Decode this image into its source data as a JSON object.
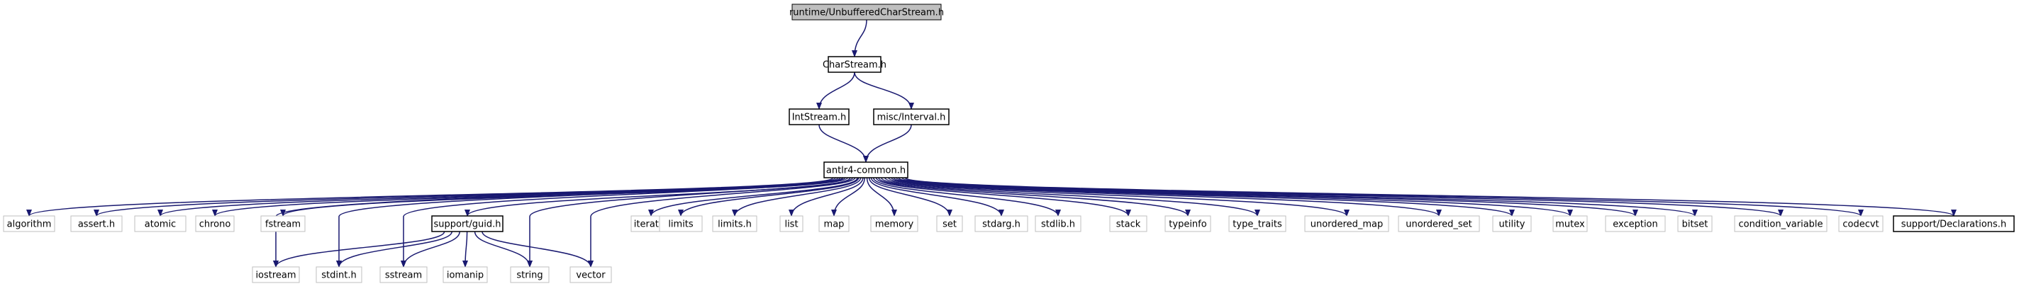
{
  "graph": {
    "nodes": [
      {
        "id": "unbuffered",
        "label": "runtime/UnbufferedCharStream.h",
        "style": "root",
        "interactable": true
      },
      {
        "id": "charstream",
        "label": "CharStream.h",
        "style": "black",
        "interactable": true
      },
      {
        "id": "intstream",
        "label": "IntStream.h",
        "style": "black",
        "interactable": true
      },
      {
        "id": "interval",
        "label": "misc/Interval.h",
        "style": "black",
        "interactable": true
      },
      {
        "id": "antlr4common",
        "label": "antlr4-common.h",
        "style": "black",
        "interactable": true
      },
      {
        "id": "algorithm",
        "label": "algorithm",
        "style": "grey",
        "interactable": false
      },
      {
        "id": "assert",
        "label": "assert.h",
        "style": "grey",
        "interactable": false
      },
      {
        "id": "atomic",
        "label": "atomic",
        "style": "grey",
        "interactable": false
      },
      {
        "id": "chrono",
        "label": "chrono",
        "style": "grey",
        "interactable": false
      },
      {
        "id": "fstream",
        "label": "fstream",
        "style": "grey",
        "interactable": false
      },
      {
        "id": "guid",
        "label": "support/guid.h",
        "style": "black",
        "interactable": true
      },
      {
        "id": "iterator",
        "label": "iterator",
        "style": "grey",
        "interactable": false
      },
      {
        "id": "limits",
        "label": "limits",
        "style": "grey",
        "interactable": false
      },
      {
        "id": "limitsh",
        "label": "limits.h",
        "style": "grey",
        "interactable": false
      },
      {
        "id": "list",
        "label": "list",
        "style": "grey",
        "interactable": false
      },
      {
        "id": "map",
        "label": "map",
        "style": "grey",
        "interactable": false
      },
      {
        "id": "memory",
        "label": "memory",
        "style": "grey",
        "interactable": false
      },
      {
        "id": "set",
        "label": "set",
        "style": "grey",
        "interactable": false
      },
      {
        "id": "stdarg",
        "label": "stdarg.h",
        "style": "grey",
        "interactable": false
      },
      {
        "id": "stdlib",
        "label": "stdlib.h",
        "style": "grey",
        "interactable": false
      },
      {
        "id": "stack",
        "label": "stack",
        "style": "grey",
        "interactable": false
      },
      {
        "id": "typeinfo",
        "label": "typeinfo",
        "style": "grey",
        "interactable": false
      },
      {
        "id": "type_traits",
        "label": "type_traits",
        "style": "grey",
        "interactable": false
      },
      {
        "id": "unordered_map",
        "label": "unordered_map",
        "style": "grey",
        "interactable": false
      },
      {
        "id": "unordered_set",
        "label": "unordered_set",
        "style": "grey",
        "interactable": false
      },
      {
        "id": "utility",
        "label": "utility",
        "style": "grey",
        "interactable": false
      },
      {
        "id": "mutex",
        "label": "mutex",
        "style": "grey",
        "interactable": false
      },
      {
        "id": "exception",
        "label": "exception",
        "style": "grey",
        "interactable": false
      },
      {
        "id": "bitset",
        "label": "bitset",
        "style": "grey",
        "interactable": false
      },
      {
        "id": "condition_variable",
        "label": "condition_variable",
        "style": "grey",
        "interactable": false
      },
      {
        "id": "codecvt",
        "label": "codecvt",
        "style": "grey",
        "interactable": false
      },
      {
        "id": "declarations",
        "label": "support/Declarations.h",
        "style": "black",
        "interactable": true
      },
      {
        "id": "iostream",
        "label": "iostream",
        "style": "grey",
        "interactable": false
      },
      {
        "id": "stdint",
        "label": "stdint.h",
        "style": "grey",
        "interactable": false
      },
      {
        "id": "sstream",
        "label": "sstream",
        "style": "grey",
        "interactable": false
      },
      {
        "id": "iomanip",
        "label": "iomanip",
        "style": "grey",
        "interactable": false
      },
      {
        "id": "string",
        "label": "string",
        "style": "grey",
        "interactable": false
      },
      {
        "id": "vector",
        "label": "vector",
        "style": "grey",
        "interactable": false
      }
    ],
    "edges": [
      [
        "unbuffered",
        "charstream"
      ],
      [
        "charstream",
        "intstream"
      ],
      [
        "charstream",
        "interval"
      ],
      [
        "intstream",
        "antlr4common"
      ],
      [
        "interval",
        "antlr4common"
      ],
      [
        "antlr4common",
        "algorithm"
      ],
      [
        "antlr4common",
        "assert"
      ],
      [
        "antlr4common",
        "atomic"
      ],
      [
        "antlr4common",
        "chrono"
      ],
      [
        "antlr4common",
        "fstream"
      ],
      [
        "antlr4common",
        "guid"
      ],
      [
        "antlr4common",
        "iterator"
      ],
      [
        "antlr4common",
        "limits"
      ],
      [
        "antlr4common",
        "limitsh"
      ],
      [
        "antlr4common",
        "list"
      ],
      [
        "antlr4common",
        "map"
      ],
      [
        "antlr4common",
        "memory"
      ],
      [
        "antlr4common",
        "set"
      ],
      [
        "antlr4common",
        "stdarg"
      ],
      [
        "antlr4common",
        "stdlib"
      ],
      [
        "antlr4common",
        "stack"
      ],
      [
        "antlr4common",
        "typeinfo"
      ],
      [
        "antlr4common",
        "type_traits"
      ],
      [
        "antlr4common",
        "unordered_map"
      ],
      [
        "antlr4common",
        "unordered_set"
      ],
      [
        "antlr4common",
        "utility"
      ],
      [
        "antlr4common",
        "mutex"
      ],
      [
        "antlr4common",
        "exception"
      ],
      [
        "antlr4common",
        "bitset"
      ],
      [
        "antlr4common",
        "condition_variable"
      ],
      [
        "antlr4common",
        "codecvt"
      ],
      [
        "antlr4common",
        "declarations"
      ],
      [
        "antlr4common",
        "iostream"
      ],
      [
        "antlr4common",
        "stdint"
      ],
      [
        "antlr4common",
        "sstream"
      ],
      [
        "antlr4common",
        "string"
      ],
      [
        "antlr4common",
        "vector"
      ],
      [
        "guid",
        "iostream"
      ],
      [
        "guid",
        "stdint"
      ],
      [
        "guid",
        "sstream"
      ],
      [
        "guid",
        "iomanip"
      ],
      [
        "guid",
        "string"
      ],
      [
        "guid",
        "vector"
      ]
    ]
  }
}
